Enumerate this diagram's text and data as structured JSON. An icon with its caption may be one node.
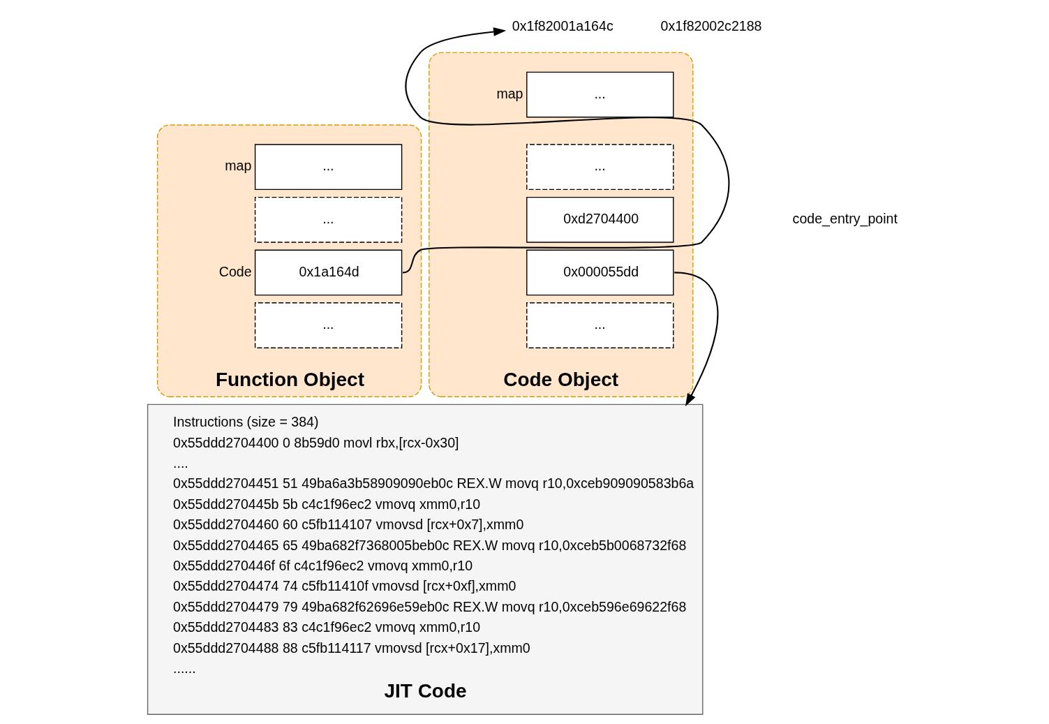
{
  "diagram": {
    "nodes": [
      {
        "text": [
          "Function Object"
        ]
      },
      {
        "text": [
          "..."
        ],
        "beside": [
          "map"
        ],
        "in": 0
      },
      {
        "text": [
          "..."
        ],
        "in": 0
      },
      {
        "text": [
          "0x1a164d"
        ],
        "beside": [
          "Code"
        ],
        "in": 0
      },
      {
        "text": [
          "..."
        ],
        "in": 0
      },
      {
        "text": [
          "Code Object"
        ]
      },
      {
        "text": [
          "..."
        ],
        "beside": [
          "map"
        ],
        "in": 5
      },
      {
        "text": [
          "..."
        ],
        "in": 5
      },
      {
        "text": [
          "0xd2704400"
        ],
        "in": 5
      },
      {
        "text": [
          "0x000055dd"
        ],
        "in": 5
      },
      {
        "text": [
          "..."
        ],
        "in": 5
      },
      {
        "text": [
          "0x1f82001a164c"
        ]
      },
      {
        "text": [
          "Instructions (size = 384)",
          "0x55ddd2704400 0 8b59d0 movl rbx,[rcx-0x30]",
          "....",
          "0x55ddd2704451 51 49ba6a3b58909090eb0c REX.W movq r10,0xceb909090583b6a",
          "0x55ddd270445b 5b c4c1f96ec2 vmovq xmm0,r10",
          "0x55ddd2704460 60 c5fb114107 vmovsd [rcx+0x7],xmm0",
          "0x55ddd2704465 65 49ba682f7368005beb0c REX.W movq r10,0xceb5b0068732f68",
          "0x55ddd270446f 6f c4c1f96ec2 vmovq xmm0,r10",
          "0x55ddd2704474 74 c5fb11410f vmovsd [rcx+0xf],xmm0",
          "0x55ddd2704479 79 49ba682f62696e59eb0c REX.W movq r10,0xceb596e69622f68",
          "0x55ddd2704483 83 c4c1f96ec2 vmovq xmm0,r10",
          "0x55ddd2704488 88 c5fb114117 vmovsd [rcx+0x17],xmm0",
          "......",
          "JIT Code"
        ]
      }
    ],
    "edges": [
      {
        "from": 3,
        "to": 11,
        "arrow": "to"
      },
      {
        "from": 9,
        "to": 12,
        "arrow": "to"
      }
    ],
    "labels": [
      "0x1f82002c2188",
      "code_entry_point"
    ]
  }
}
